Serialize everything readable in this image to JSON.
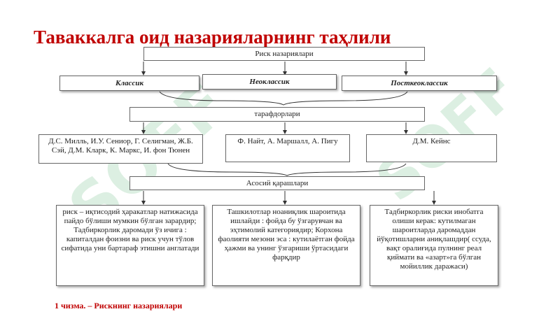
{
  "title": "Таваккалга оид назарияларнинг таҳлили",
  "root": "Риск назариялари",
  "schools": [
    "Классик",
    "Неоклассик",
    "Посткеоклассик"
  ],
  "supporters_label": "тарафдорлари",
  "supporters": [
    "Д.С. Милль, И.У. Сениор, Г. Селигман, Ж.Б. Сэй, Д.М. Кларк, К. Маркс, И. фон Тюнен",
    "Ф. Найт, А. Маршалл, А. Пигу",
    "Д.М. Кейнс"
  ],
  "views_label": "Асосий қарашлари",
  "views": [
    "риск – иқтисодий ҳаракатлар натижасида пайдо бўлиши мумкин бўлган зарардир; Тадбиркорлик даромади ўз ичига : капиталдан фоизни ва риск учун тўлов сифатида уни бартараф этишни англатади",
    "Ташкилотлар ноаниқлик шароитида ишлайди : фойда бу ўзгарувчан ва эҳтимолий категориядир; Корхона фаолияти мезони эса : кутилаётган фойда ҳажми ва унинг ўзгариши ўртасидаги фарқдир",
    "Тадбиркорлик риски инобатга олиши керак: кутилмаган шароитларда даромаддан йўқотишларни аниқлашдир( ссуда, вақт оралиғида пулнинг реал қиймати ва «азарт»га бўлган мойиллик даражаси)"
  ],
  "caption": "1 чизма. – Рискнинг назариялари",
  "watermark": "SOFF",
  "colors": {
    "title": "#c00000",
    "border": "#666666",
    "watermark": "#2e9e4f"
  }
}
